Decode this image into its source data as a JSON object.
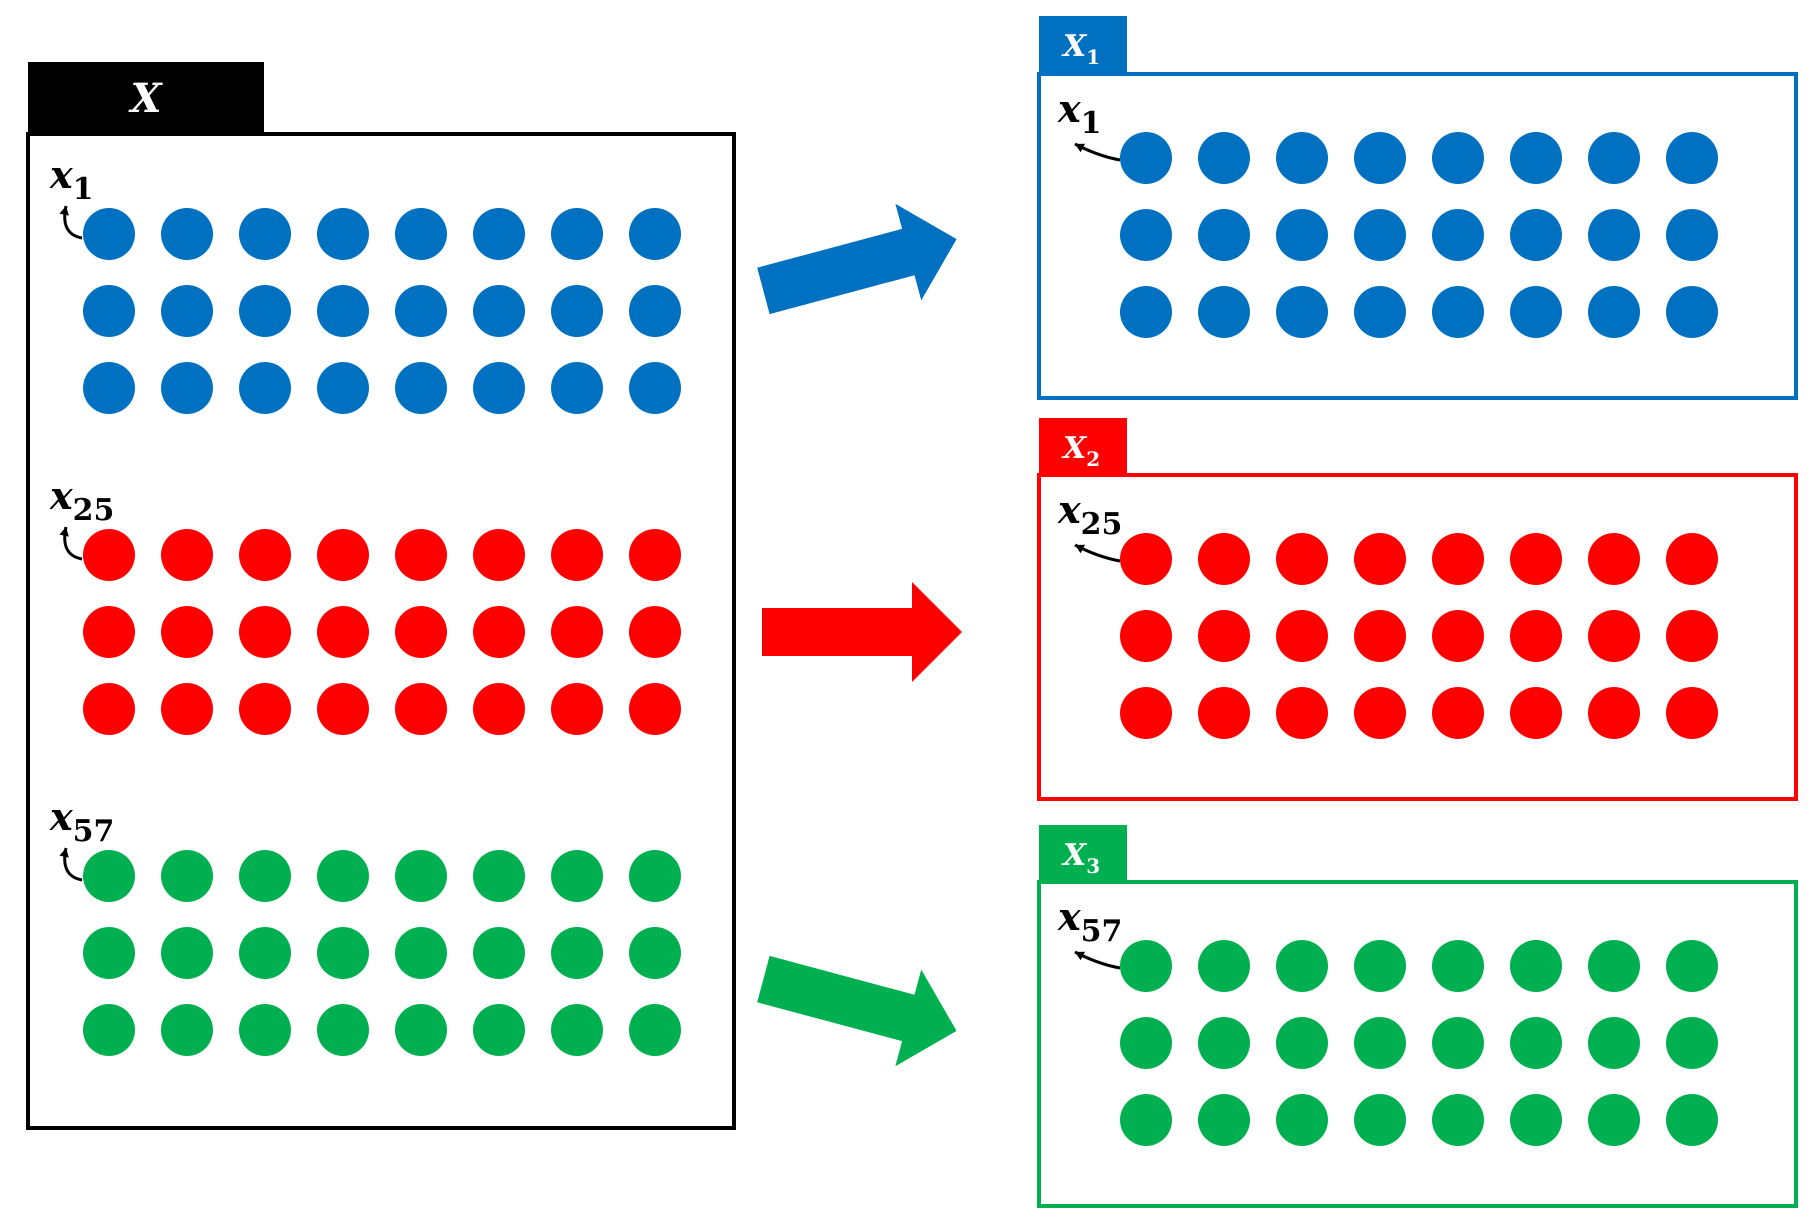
{
  "colors": {
    "black": "#000000",
    "blue": "#0070C0",
    "red": "#FF0000",
    "green": "#00B050",
    "white": "#FFFFFF"
  },
  "source": {
    "title": "X",
    "groups": [
      {
        "color": "blue",
        "label": {
          "base": "x",
          "sub": "1"
        },
        "rows": 3,
        "cols": 8
      },
      {
        "color": "red",
        "label": {
          "base": "x",
          "sub": "25"
        },
        "rows": 3,
        "cols": 8
      },
      {
        "color": "green",
        "label": {
          "base": "x",
          "sub": "57"
        },
        "rows": 3,
        "cols": 8
      }
    ]
  },
  "targets": [
    {
      "color": "blue",
      "title": {
        "base": "X",
        "sub": "1"
      },
      "label": {
        "base": "x",
        "sub": "1"
      },
      "rows": 3,
      "cols": 8
    },
    {
      "color": "red",
      "title": {
        "base": "X",
        "sub": "2"
      },
      "label": {
        "base": "x",
        "sub": "25"
      },
      "rows": 3,
      "cols": 8
    },
    {
      "color": "green",
      "title": {
        "base": "X",
        "sub": "3"
      },
      "label": {
        "base": "x",
        "sub": "57"
      },
      "rows": 3,
      "cols": 8
    }
  ],
  "arrows": [
    {
      "color": "blue",
      "direction": "up-right"
    },
    {
      "color": "red",
      "direction": "right"
    },
    {
      "color": "green",
      "direction": "down-right"
    }
  ]
}
